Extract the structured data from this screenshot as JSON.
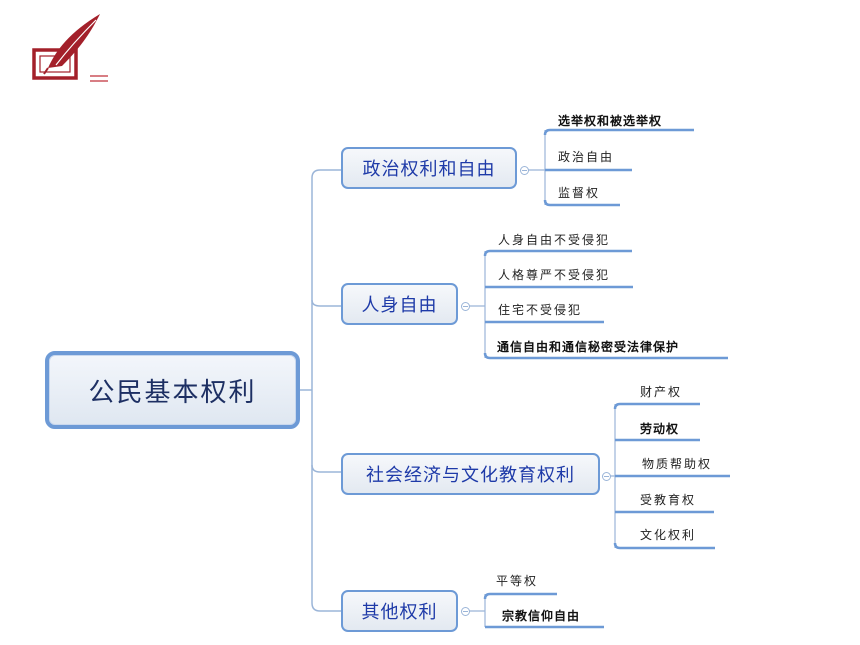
{
  "root": {
    "label": "公民基本权利"
  },
  "topics": [
    {
      "label": "政治权利和自由",
      "leaves": [
        {
          "label": "选举权和被选举权"
        },
        {
          "label": "政治自由"
        },
        {
          "label": "监督权"
        }
      ]
    },
    {
      "label": "人身自由",
      "leaves": [
        {
          "label": "人身自由不受侵犯"
        },
        {
          "label": "人格尊严不受侵犯"
        },
        {
          "label": "住宅不受侵犯"
        },
        {
          "label": "通信自由和通信秘密受法律保护"
        }
      ]
    },
    {
      "label": "社会经济与文化教育权利",
      "leaves": [
        {
          "label": "财产权"
        },
        {
          "label": "劳动权"
        },
        {
          "label": "物质帮助权"
        },
        {
          "label": "受教育权"
        },
        {
          "label": "文化权利"
        }
      ]
    },
    {
      "label": "其他权利",
      "leaves": [
        {
          "label": "平等权"
        },
        {
          "label": "宗教信仰自由"
        }
      ]
    }
  ],
  "colors": {
    "line": "#6d9ad6",
    "branch": "#9bb5d8",
    "topic_text": "#1e3aa8",
    "logo": "#a3202a"
  },
  "icons": {
    "logo": "quill-pen-inkwell-icon"
  }
}
